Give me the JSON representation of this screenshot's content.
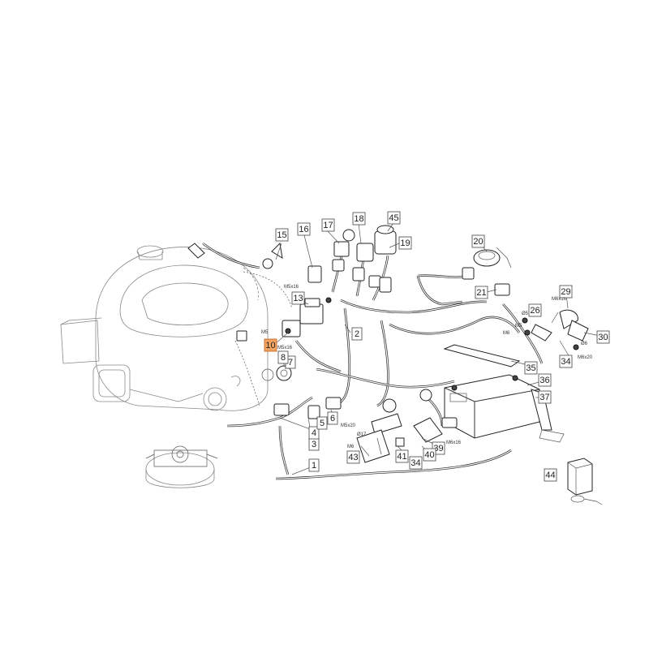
{
  "diagram": {
    "callouts": [
      {
        "id": "c1",
        "label": "1"
      },
      {
        "id": "c2",
        "label": "2"
      },
      {
        "id": "c3",
        "label": "3"
      },
      {
        "id": "c4",
        "label": "4"
      },
      {
        "id": "c5",
        "label": "5"
      },
      {
        "id": "c6",
        "label": "6"
      },
      {
        "id": "c7",
        "label": "7"
      },
      {
        "id": "c8",
        "label": "8"
      },
      {
        "id": "c10",
        "label": "10",
        "highlight": true
      },
      {
        "id": "c13",
        "label": "13"
      },
      {
        "id": "c15",
        "label": "15"
      },
      {
        "id": "c16",
        "label": "16"
      },
      {
        "id": "c17",
        "label": "17"
      },
      {
        "id": "c18",
        "label": "18"
      },
      {
        "id": "c19",
        "label": "19"
      },
      {
        "id": "c20",
        "label": "20"
      },
      {
        "id": "c21",
        "label": "21"
      },
      {
        "id": "c26",
        "label": "26"
      },
      {
        "id": "c29",
        "label": "29"
      },
      {
        "id": "c30",
        "label": "30"
      },
      {
        "id": "c34a",
        "label": "34"
      },
      {
        "id": "c34b",
        "label": "34"
      },
      {
        "id": "c35",
        "label": "35"
      },
      {
        "id": "c36",
        "label": "36"
      },
      {
        "id": "c37",
        "label": "37"
      },
      {
        "id": "c39",
        "label": "39"
      },
      {
        "id": "c40",
        "label": "40"
      },
      {
        "id": "c41",
        "label": "41"
      },
      {
        "id": "c43",
        "label": "43"
      },
      {
        "id": "c44",
        "label": "44"
      },
      {
        "id": "c45",
        "label": "45"
      }
    ],
    "hardware_labels": [
      {
        "id": "h1",
        "text": "M5x16"
      },
      {
        "id": "h2",
        "text": "M5"
      },
      {
        "id": "h3",
        "text": "M5x16"
      },
      {
        "id": "h4",
        "text": "M5x20"
      },
      {
        "id": "h5",
        "text": "Ø17"
      },
      {
        "id": "h6",
        "text": "M6"
      },
      {
        "id": "h7",
        "text": "M6x16"
      },
      {
        "id": "h8",
        "text": "Ø5"
      },
      {
        "id": "h9",
        "text": "M5"
      },
      {
        "id": "h10",
        "text": "M6"
      },
      {
        "id": "h11",
        "text": "M6x16"
      },
      {
        "id": "h12",
        "text": "Ø6"
      },
      {
        "id": "h13",
        "text": "M6x20"
      }
    ],
    "colors": {
      "line": "#333333",
      "highlight": "#f4a460",
      "background": "#ffffff"
    }
  }
}
